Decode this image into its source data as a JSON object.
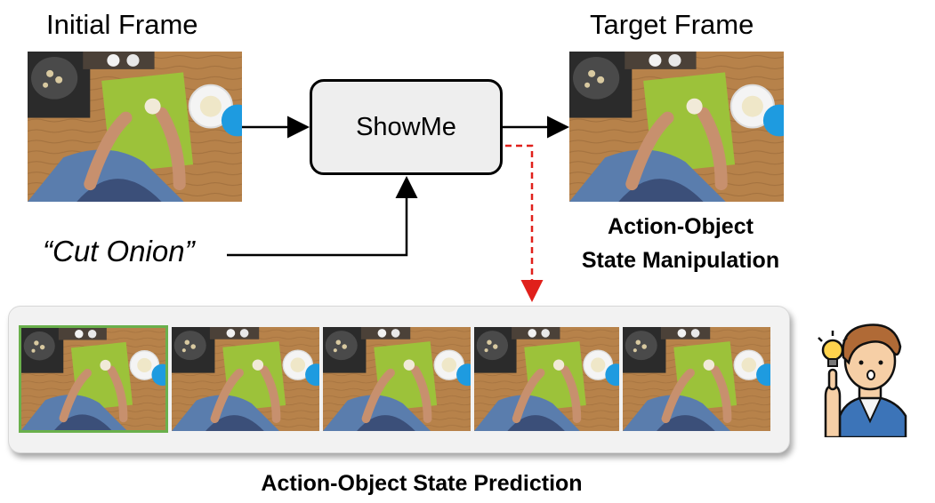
{
  "initial_title": "Initial Frame",
  "target_title": "Target Frame",
  "model_label": "ShowMe",
  "prompt_text": "“Cut Onion”",
  "manipulation_label_line1": "Action-Object",
  "manipulation_label_line2": "State Manipulation",
  "prediction_label": "Action-Object State Prediction",
  "colors": {
    "highlight": "#6ab04c",
    "dashed_arrow": "#e0201b",
    "cutting_board": "#9cc23a",
    "countertop": "#b7824a"
  },
  "icons": [
    "arrow-right-icon",
    "arrow-up-icon",
    "dashed-arrow-down-icon",
    "lightbulb-person-icon"
  ]
}
